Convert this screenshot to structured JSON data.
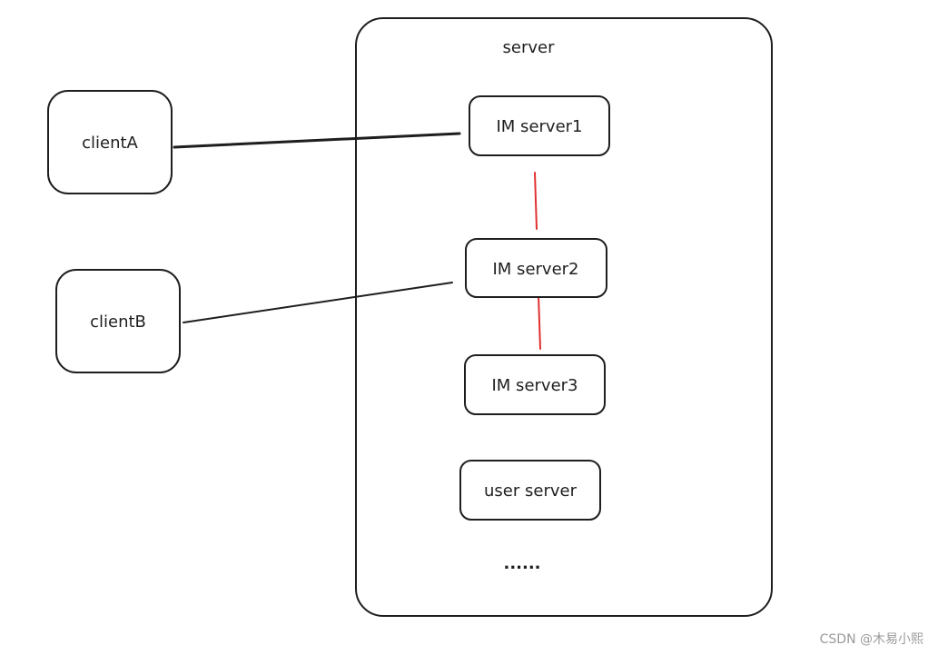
{
  "server_group": {
    "label": "server"
  },
  "clients": [
    {
      "id": "clientA",
      "label": "clientA"
    },
    {
      "id": "clientB",
      "label": "clientB"
    }
  ],
  "services": [
    {
      "id": "im1",
      "label": "IM server1"
    },
    {
      "id": "im2",
      "label": "IM server2"
    },
    {
      "id": "im3",
      "label": "IM server3"
    },
    {
      "id": "user",
      "label": "user server"
    }
  ],
  "ellipsis": "......",
  "connections": [
    {
      "from": "clientA",
      "to": "im1",
      "color": "#1e1e1e"
    },
    {
      "from": "clientB",
      "to": "im2",
      "color": "#1e1e1e"
    },
    {
      "from": "im1",
      "to": "im2",
      "color": "#e03131"
    },
    {
      "from": "im2",
      "to": "im3",
      "color": "#e03131"
    }
  ],
  "watermark": "CSDN @木易小熙"
}
